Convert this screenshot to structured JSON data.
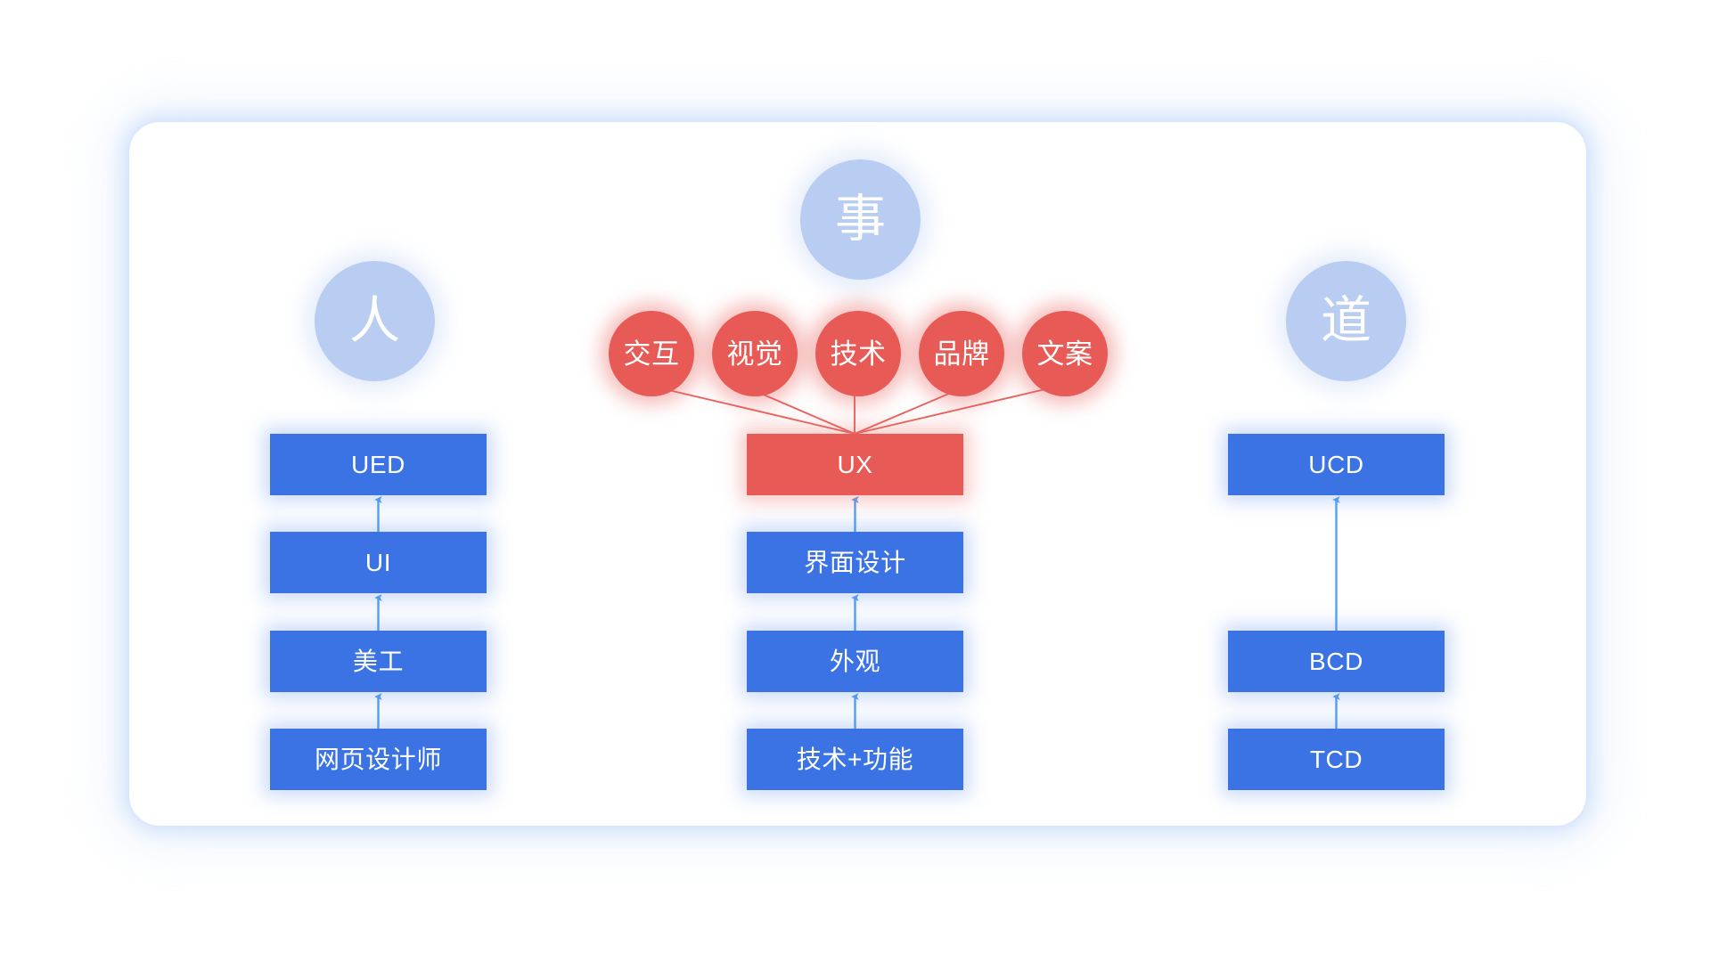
{
  "theme": {
    "background": "#ffffff",
    "card_background": "#ffffff",
    "pillar_circle_color": "#b9cdf2",
    "accent_red": "#e85a55",
    "accent_blue": "#3b73e4",
    "arrow_color": "#56a2f5",
    "connector_color": "#e8645f",
    "text_on_fill": "#ffffff"
  },
  "pillars": [
    {
      "id": "ren",
      "label": "人"
    },
    {
      "id": "shi",
      "label": "事"
    },
    {
      "id": "dao",
      "label": "道"
    }
  ],
  "facets": [
    {
      "id": "interaction",
      "label": "交互"
    },
    {
      "id": "visual",
      "label": "视觉"
    },
    {
      "id": "technology",
      "label": "技术"
    },
    {
      "id": "brand",
      "label": "品牌"
    },
    {
      "id": "copywriting",
      "label": "文案"
    }
  ],
  "columns": [
    {
      "id": "people",
      "pillar": "人",
      "nodes": [
        {
          "id": "ued",
          "label": "UED",
          "style": "blue",
          "row": 0
        },
        {
          "id": "ui",
          "label": "UI",
          "style": "blue",
          "row": 1
        },
        {
          "id": "meigong",
          "label": "美工",
          "style": "blue",
          "row": 2
        },
        {
          "id": "web-designer",
          "label": "网页设计师",
          "style": "blue",
          "row": 3
        }
      ]
    },
    {
      "id": "things",
      "pillar": "事",
      "nodes": [
        {
          "id": "ux",
          "label": "UX",
          "style": "red",
          "row": 0
        },
        {
          "id": "interface-design",
          "label": "界面设计",
          "style": "blue",
          "row": 1
        },
        {
          "id": "appearance",
          "label": "外观",
          "style": "blue",
          "row": 2
        },
        {
          "id": "tech-function",
          "label": "技术+功能",
          "style": "blue",
          "row": 3
        }
      ]
    },
    {
      "id": "way",
      "pillar": "道",
      "nodes": [
        {
          "id": "ucd",
          "label": "UCD",
          "style": "blue",
          "row": 0
        },
        {
          "id": "bcd",
          "label": "BCD",
          "style": "blue",
          "row": 2
        },
        {
          "id": "tcd",
          "label": "TCD",
          "style": "blue",
          "row": 3
        }
      ]
    }
  ],
  "watermark": {
    "text": ""
  }
}
